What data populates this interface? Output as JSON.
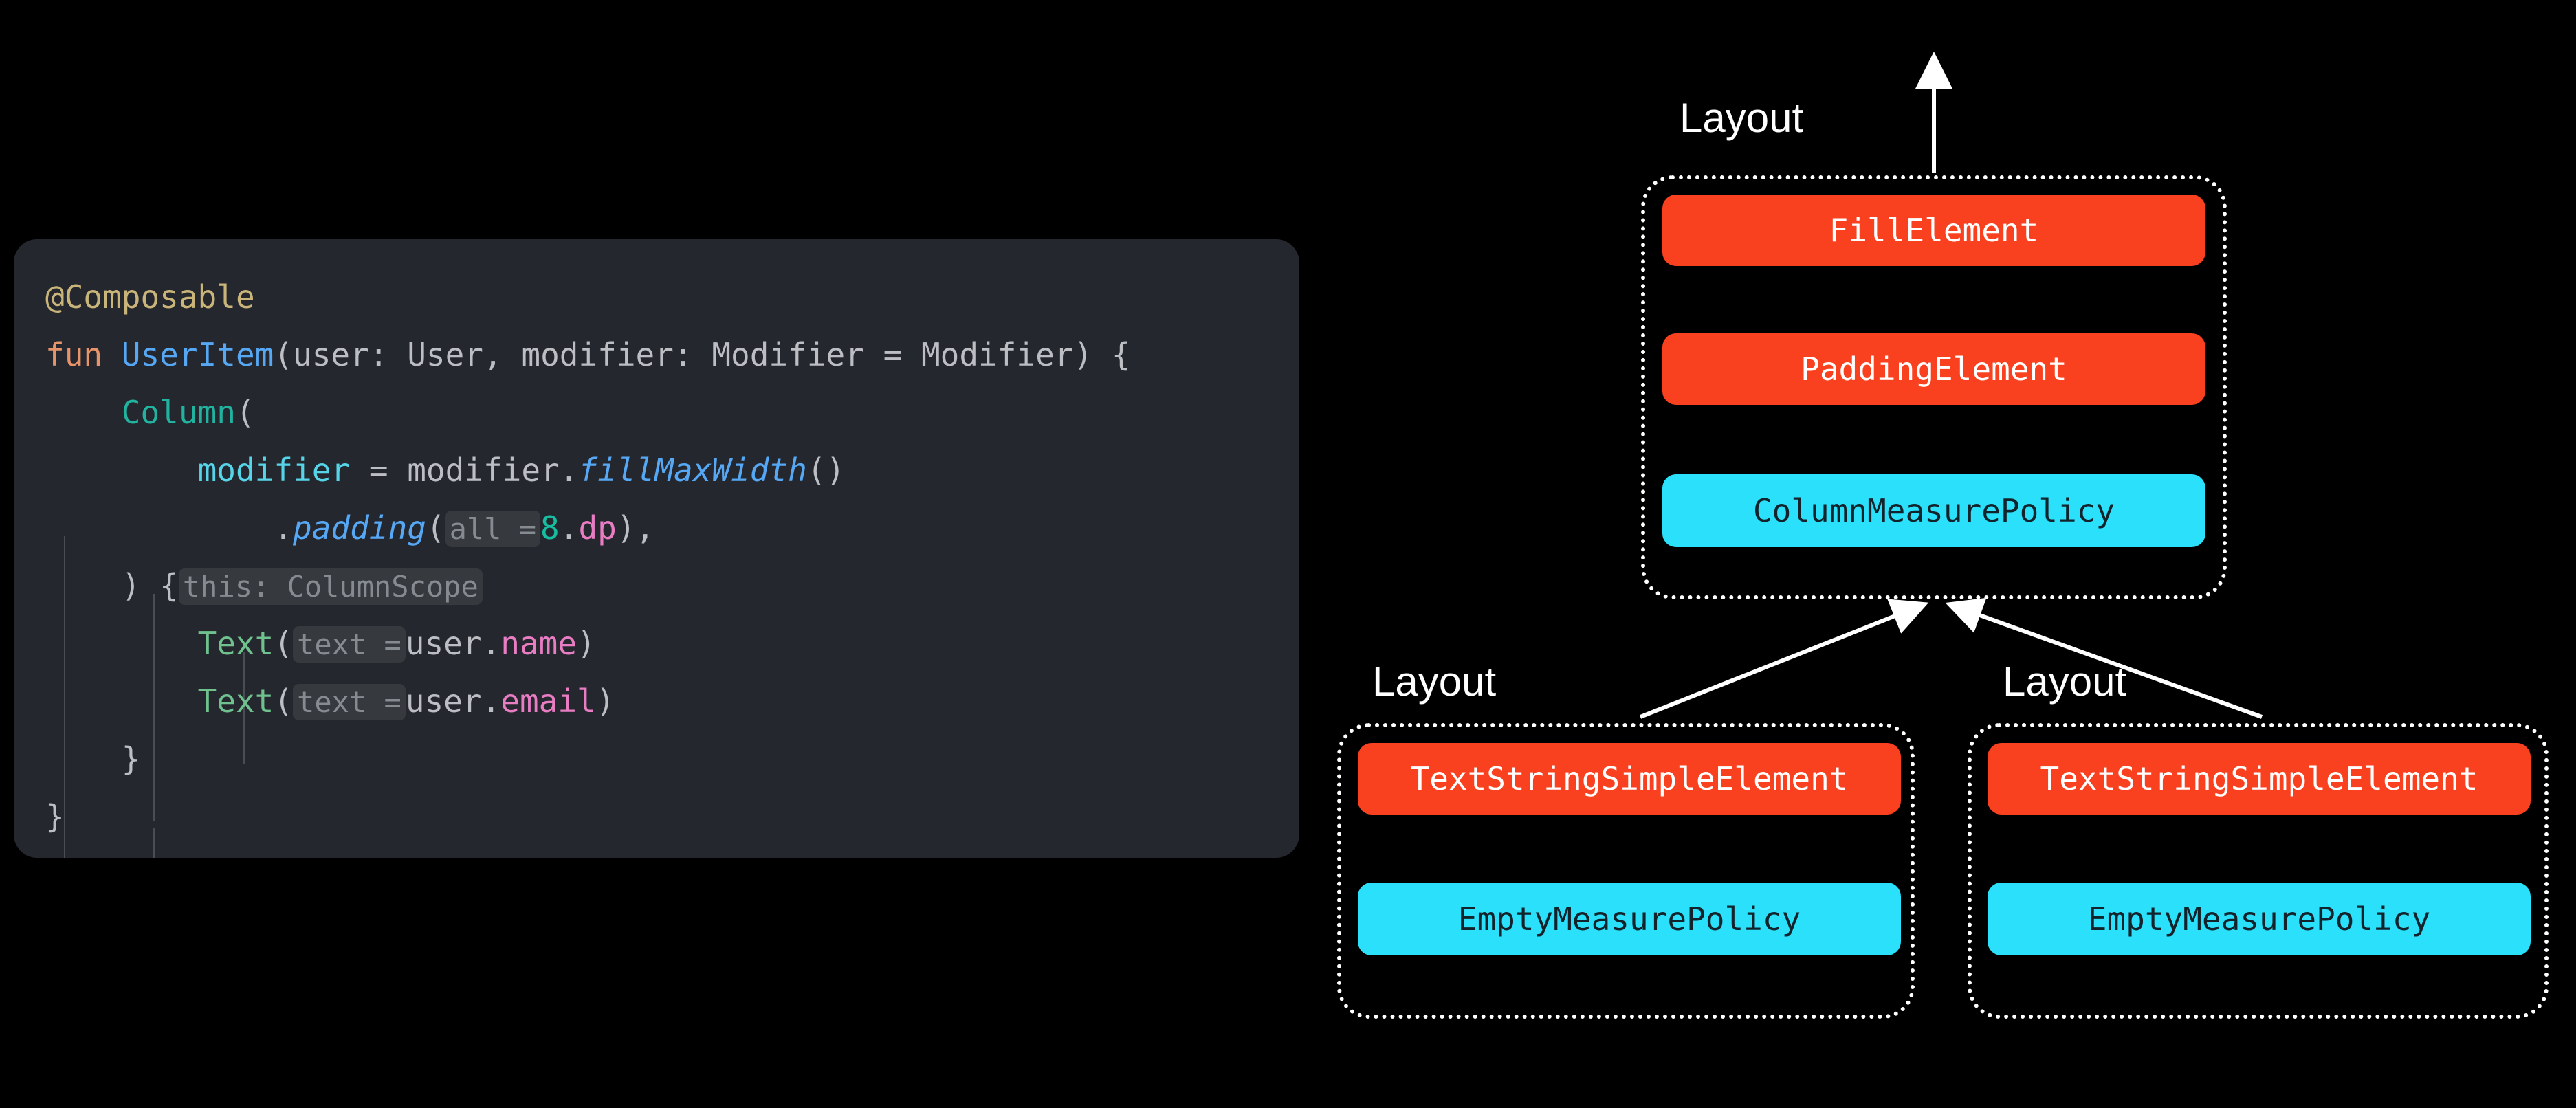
{
  "code": {
    "language": "kotlin",
    "lines": [
      {
        "id": "line-1",
        "tokens": [
          {
            "t": "@Composable",
            "c": "t-anno"
          }
        ]
      },
      {
        "id": "line-2",
        "tokens": [
          {
            "t": "fun ",
            "c": "t-kw"
          },
          {
            "t": "UserItem",
            "c": "t-fnblue"
          },
          {
            "t": "(user: User, modifier: Modifier = Modifier) {",
            "c": "t-plain"
          }
        ]
      },
      {
        "id": "line-3",
        "tokens": [
          {
            "t": "    ",
            "c": "t-plain"
          },
          {
            "t": "Column",
            "c": "t-teal"
          },
          {
            "t": "(",
            "c": "t-plain"
          }
        ]
      },
      {
        "id": "line-4",
        "tokens": [
          {
            "t": "        ",
            "c": "t-plain"
          },
          {
            "t": "modifier",
            "c": "t-param"
          },
          {
            "t": " = modifier.",
            "c": "t-plain"
          },
          {
            "t": "fillMaxWidth",
            "c": "t-italic"
          },
          {
            "t": "()",
            "c": "t-plain"
          }
        ]
      },
      {
        "id": "line-5",
        "tokens": [
          {
            "t": "            .",
            "c": "t-plain"
          },
          {
            "t": "padding",
            "c": "t-italic"
          },
          {
            "t": "(",
            "c": "t-plain"
          },
          {
            "t": "all =",
            "c": "hint"
          },
          {
            "t": "8",
            "c": "t-num"
          },
          {
            "t": ".",
            "c": "t-plain"
          },
          {
            "t": "dp",
            "c": "t-pink"
          },
          {
            "t": "),",
            "c": "t-plain"
          }
        ]
      },
      {
        "id": "line-6",
        "tokens": [
          {
            "t": "    ) {",
            "c": "t-plain"
          },
          {
            "t": "this: ColumnScope",
            "c": "hint"
          }
        ]
      },
      {
        "id": "line-7",
        "tokens": [
          {
            "t": "        ",
            "c": "t-plain"
          },
          {
            "t": "Text",
            "c": "t-green"
          },
          {
            "t": "(",
            "c": "t-plain"
          },
          {
            "t": "text =",
            "c": "hint"
          },
          {
            "t": "user.",
            "c": "t-plain"
          },
          {
            "t": "name",
            "c": "t-prop"
          },
          {
            "t": ")",
            "c": "t-plain"
          }
        ]
      },
      {
        "id": "line-8",
        "tokens": [
          {
            "t": "        ",
            "c": "t-plain"
          },
          {
            "t": "Text",
            "c": "t-green"
          },
          {
            "t": "(",
            "c": "t-plain"
          },
          {
            "t": "text =",
            "c": "hint"
          },
          {
            "t": "user.",
            "c": "t-plain"
          },
          {
            "t": "email",
            "c": "t-prop"
          },
          {
            "t": ")",
            "c": "t-plain"
          }
        ]
      },
      {
        "id": "line-9",
        "tokens": [
          {
            "t": "    }",
            "c": "t-plain"
          }
        ]
      },
      {
        "id": "line-10",
        "tokens": [
          {
            "t": "}",
            "c": "t-plain"
          }
        ]
      }
    ]
  },
  "diagram": {
    "root_group": {
      "label": "Layout",
      "nodes": [
        {
          "name": "FillElement",
          "kind": "element"
        },
        {
          "name": "PaddingElement",
          "kind": "element"
        },
        {
          "name": "ColumnMeasurePolicy",
          "kind": "policy"
        }
      ]
    },
    "left_group": {
      "label": "Layout",
      "nodes": [
        {
          "name": "TextStringSimpleElement",
          "kind": "element"
        },
        {
          "name": "EmptyMeasurePolicy",
          "kind": "policy"
        }
      ]
    },
    "right_group": {
      "label": "Layout",
      "nodes": [
        {
          "name": "TextStringSimpleElement",
          "kind": "element"
        },
        {
          "name": "EmptyMeasurePolicy",
          "kind": "policy"
        }
      ]
    }
  },
  "colors": {
    "background": "#000000",
    "code_panel": "#25272e",
    "element_red": "#f9401f",
    "policy_cyan": "#2ae0fb",
    "policy_text": "#13232b",
    "stroke_white": "#ffffff",
    "inlay_hint_bg": "#363a3f",
    "inlay_hint_text": "#868a91"
  }
}
